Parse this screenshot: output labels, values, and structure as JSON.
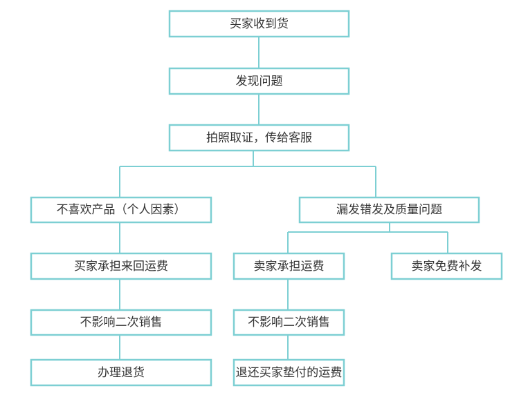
{
  "diagram": {
    "line_color": "#7dcfd3",
    "text_color": "#333333",
    "nodes": {
      "received": "买家收到货",
      "found_problem": "发现问题",
      "photo_evidence": "拍照取证，传给客服",
      "no_like": "不喜欢产品（个人因素）",
      "missing_wrong_quality": "漏发错发及质量问题",
      "buyer_pays_shipping": "买家承担来回运费",
      "seller_pays_shipping": "卖家承担运费",
      "seller_free_resend": "卖家免费补发",
      "no_effect_resale_left": "不影响二次销售",
      "no_effect_resale_mid": "不影响二次销售",
      "process_return": "办理退货",
      "refund_advance_shipping": "退还买家垫付的运费"
    }
  }
}
